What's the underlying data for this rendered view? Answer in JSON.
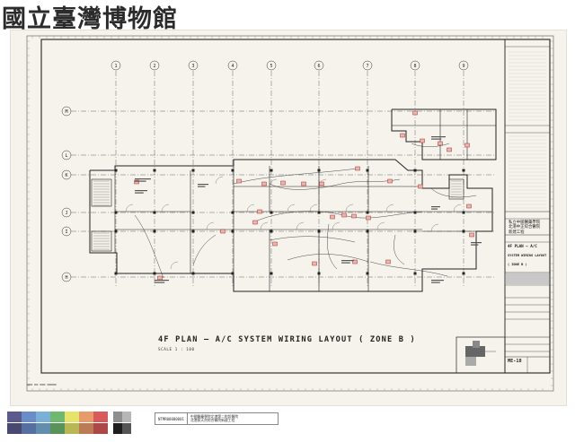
{
  "museum_title": "國立臺灣博物館",
  "sheet": {
    "title": "4F  PLAN — A/C  SYSTEM  WIRING  LAYOUT  ( ZONE  B )",
    "scale": "SCALE   1 : 100",
    "grid_columns": [
      "1",
      "2",
      "3",
      "4",
      "5",
      "6",
      "7",
      "8",
      "9"
    ],
    "grid_rows": [
      "M",
      "L",
      "K",
      "J",
      "I",
      "H"
    ]
  },
  "title_block": {
    "project_title": "私立中國醫藥學院\n北港中正綜合醫院\n新建工程",
    "drawing_title_1": "4F  PLAN  —  A/C",
    "drawing_title_2": "SYSTEM  WIRING  LAYOUT",
    "drawing_title_3": "( ZONE  B )",
    "sheet_no": "ME-18"
  },
  "footer_id": {
    "code": "NTMR00000001",
    "line1": "中國醫藥學院北港第二附設醫院",
    "line2": "北港蔡天然綜合醫院新建工程"
  },
  "colors": {
    "paper": "#f6f3ec",
    "ink": "#2a2a2a",
    "accent_red": "#d44a4a",
    "calibration": [
      "#5a5a8c",
      "#6a8cc8",
      "#7ab0d8",
      "#6fb86f",
      "#e6e36a",
      "#e89a6a",
      "#d85a5a",
      "#c45aa0",
      "#3a3a3a",
      "#6e6e6e",
      "#9a9a9a"
    ]
  }
}
